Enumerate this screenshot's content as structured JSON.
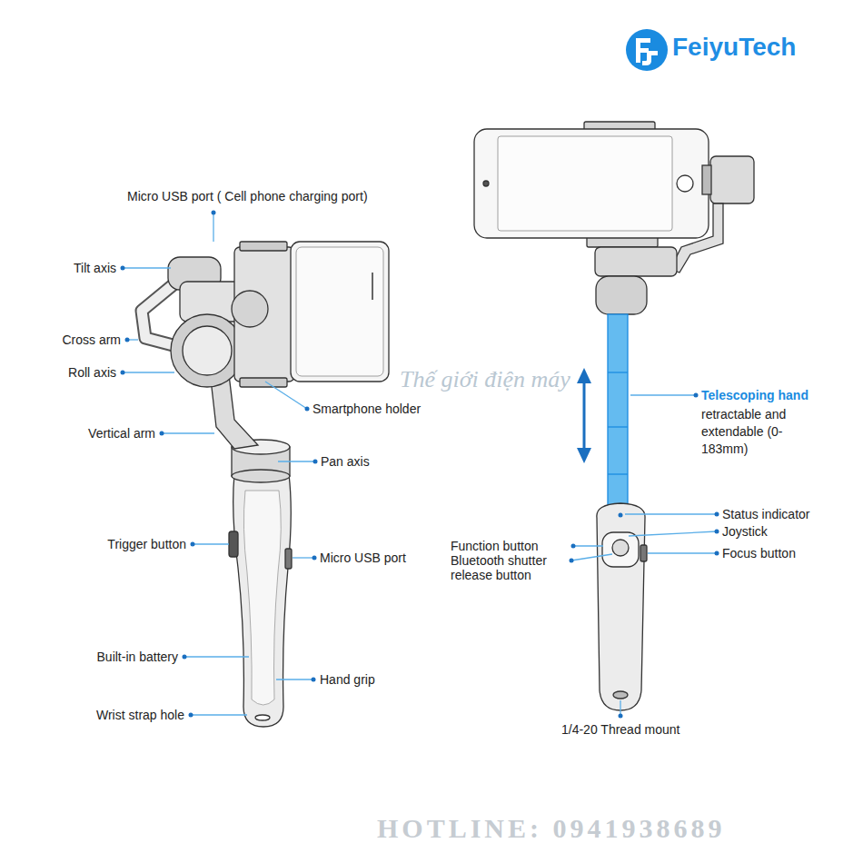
{
  "diagram": {
    "labels": [
      "FeiyuTech",
      "Micro USB port ( Cell phone charging port)",
      "Tilt axis",
      "Cross arm",
      "Roll axis",
      "Smartphone holder",
      "Vertical arm",
      "Pan axis",
      "Trigger button",
      "Micro USB port",
      "Built-in battery",
      "Hand grip",
      "Wrist strap hole",
      "Telescoping hand",
      "retractable and extendable (0-183mm)",
      "Status indicator",
      "Joystick",
      "Focus button",
      "Function button",
      "Bluetooth shutter release button",
      "1/4-20 Thread mount",
      "Thế giới điện máy",
      "HOTLINE: 0941938689"
    ]
  }
}
